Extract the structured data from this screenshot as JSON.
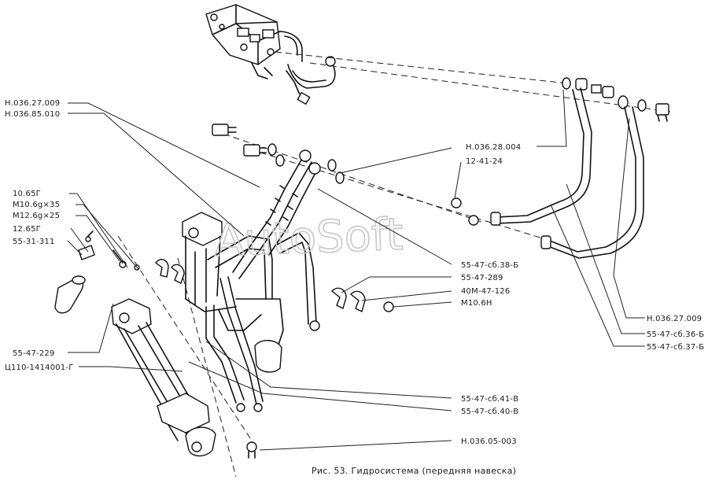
{
  "watermark": "AutoSoft",
  "caption": "Рис. 53. Гидросистема (передняя навеска)",
  "labels": {
    "l01": "Н.036.27.009",
    "l02": "Н.036.85.010",
    "l03": "10.65Г",
    "l04": "М10.6g×35",
    "l05": "М12.6g×25",
    "l06": "12.65Г",
    "l07": "55-31-311",
    "l08": "55-47-229",
    "l09": "Ц110-1414001-Г",
    "l10": "Н.036.28.004",
    "l11": "12-41-24",
    "l12": "55-47-сб.38-Б",
    "l13": "55-47-289",
    "l14": "40М-47-126",
    "l15": "М10.6Н",
    "l16": "Н.036.27.009",
    "l17": "55-47-сб.36-Б",
    "l18": "55-47-сб.37-Б",
    "l19": "55-47-сб.41-В",
    "l20": "55-47-сб.40-В",
    "l21": "Н.036.05-003"
  }
}
